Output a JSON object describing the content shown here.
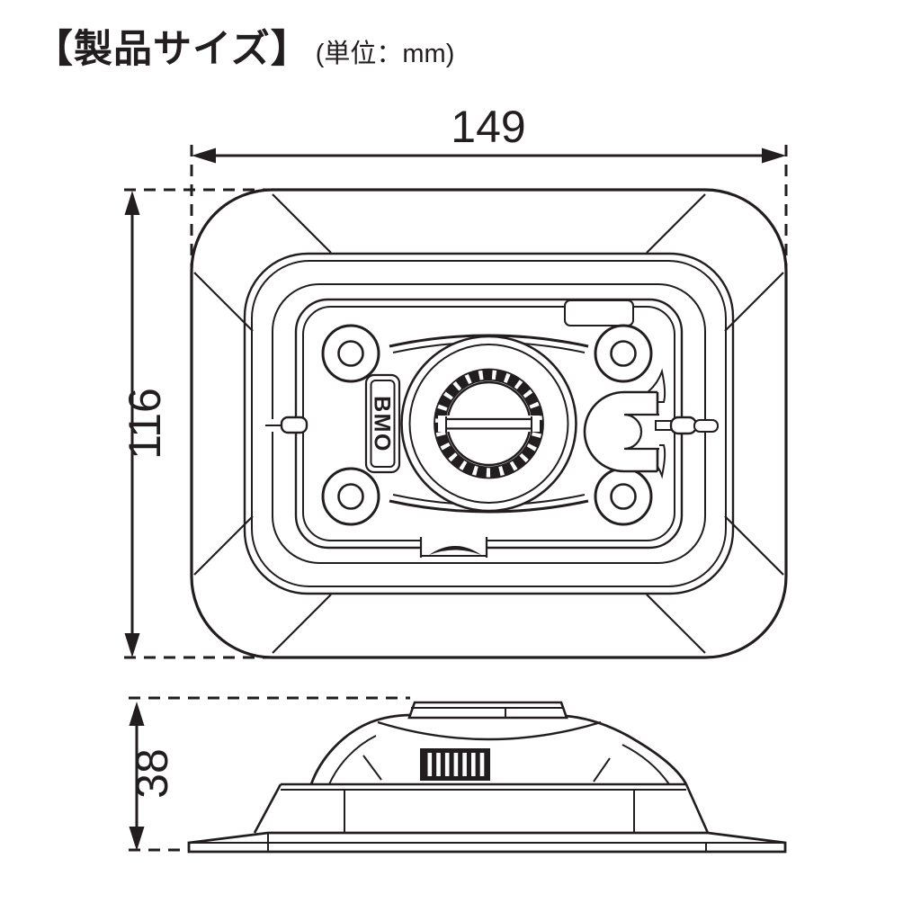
{
  "header": {
    "title": "【製品サイズ】",
    "unit": "(単位：mm)"
  },
  "dimensions": {
    "width": "149",
    "height": "116",
    "depth": "38"
  },
  "logo": "BMO"
}
